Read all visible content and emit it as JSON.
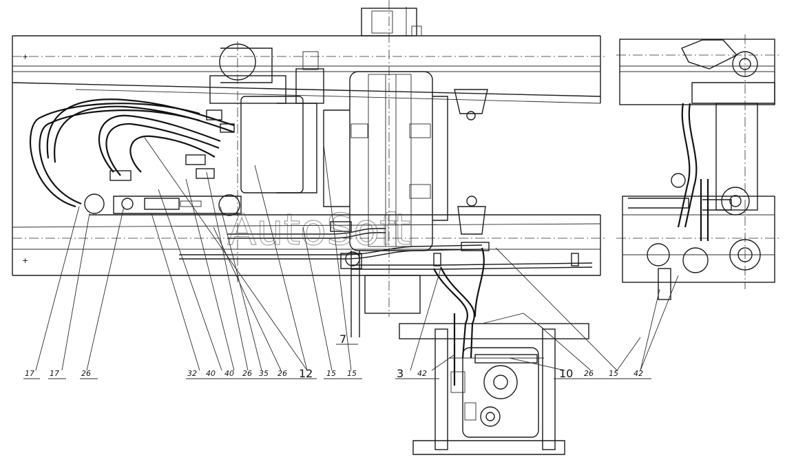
{
  "diagram": {
    "watermark": "AutoSoft",
    "callouts": {
      "c1": "17",
      "c2": "17",
      "c3": "26",
      "c4": "32",
      "c5": "40",
      "c6": "40",
      "c7": "26",
      "c8": "35",
      "c9": "26",
      "c10": "12",
      "c11": "15",
      "c12": "15",
      "c13": "7",
      "c14": "3",
      "c15": "42",
      "c16": "10",
      "c17": "26",
      "c18": "15",
      "c19": "42"
    }
  }
}
